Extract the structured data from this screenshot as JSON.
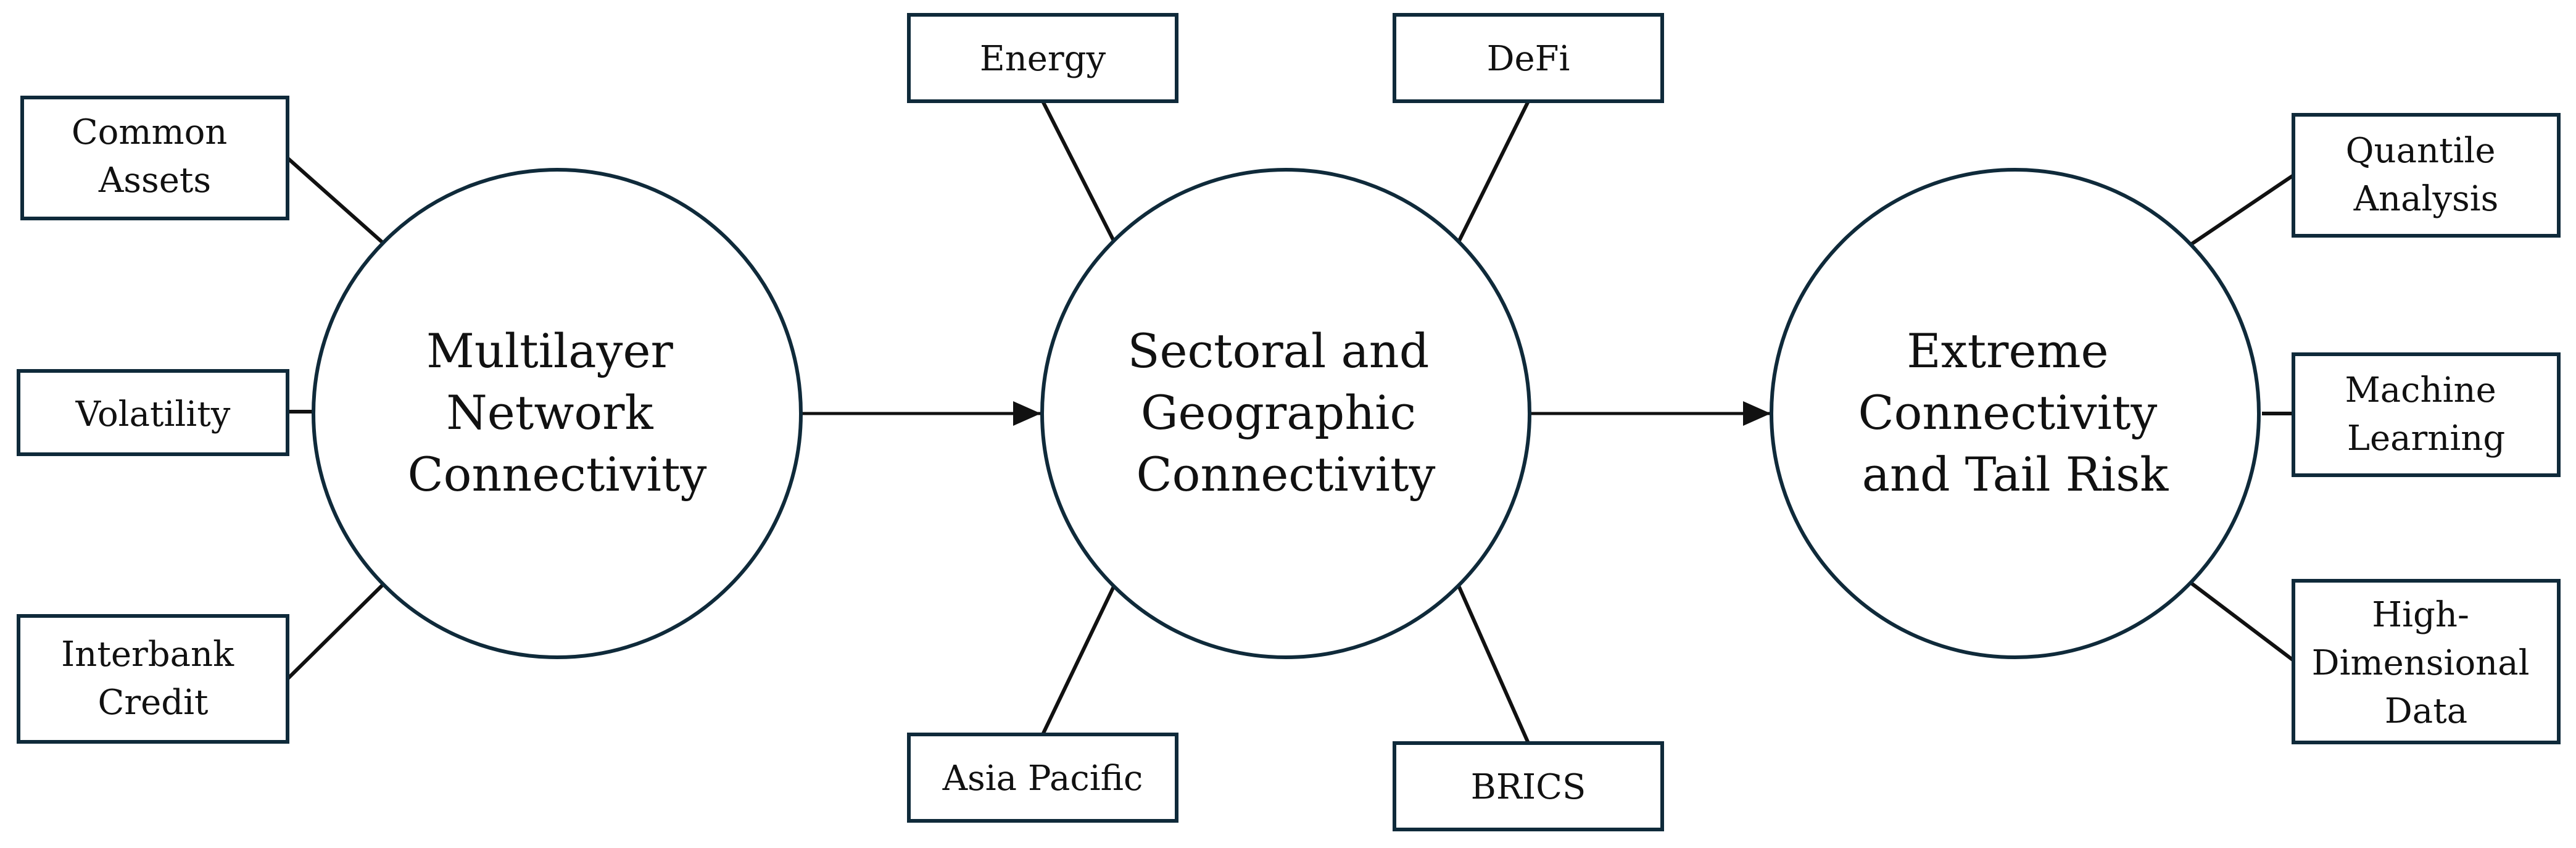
{
  "hubs": [
    {
      "id": "multilayer",
      "lines": [
        "Multilayer",
        "Network",
        "Connectivity"
      ]
    },
    {
      "id": "sectoral",
      "lines": [
        "Sectoral and",
        "Geographic",
        "Connectivity"
      ]
    },
    {
      "id": "extreme",
      "lines": [
        "Extreme",
        "Connectivity",
        "and Tail Risk"
      ]
    }
  ],
  "boxes": [
    {
      "id": "common-assets",
      "hub": "multilayer",
      "lines": [
        "Common",
        "Assets"
      ]
    },
    {
      "id": "volatility",
      "hub": "multilayer",
      "lines": [
        "Volatility"
      ]
    },
    {
      "id": "interbank-credit",
      "hub": "multilayer",
      "lines": [
        "Interbank",
        "Credit"
      ]
    },
    {
      "id": "energy",
      "hub": "sectoral",
      "lines": [
        "Energy"
      ]
    },
    {
      "id": "defi",
      "hub": "sectoral",
      "lines": [
        "DeFi"
      ]
    },
    {
      "id": "asia-pacific",
      "hub": "sectoral",
      "lines": [
        "Asia Pacific"
      ]
    },
    {
      "id": "brics",
      "hub": "sectoral",
      "lines": [
        "BRICS"
      ]
    },
    {
      "id": "quantile-analysis",
      "hub": "extreme",
      "lines": [
        "Quantile",
        "Analysis"
      ]
    },
    {
      "id": "machine-learning",
      "hub": "extreme",
      "lines": [
        "Machine",
        "Learning"
      ]
    },
    {
      "id": "high-dimensional-data",
      "hub": "extreme",
      "lines": [
        "High-",
        "Dimensional",
        "Data"
      ]
    }
  ],
  "colors": {
    "outline": "#0f2a3a",
    "line": "#111111",
    "text": "#111111",
    "background": "#ffffff"
  }
}
